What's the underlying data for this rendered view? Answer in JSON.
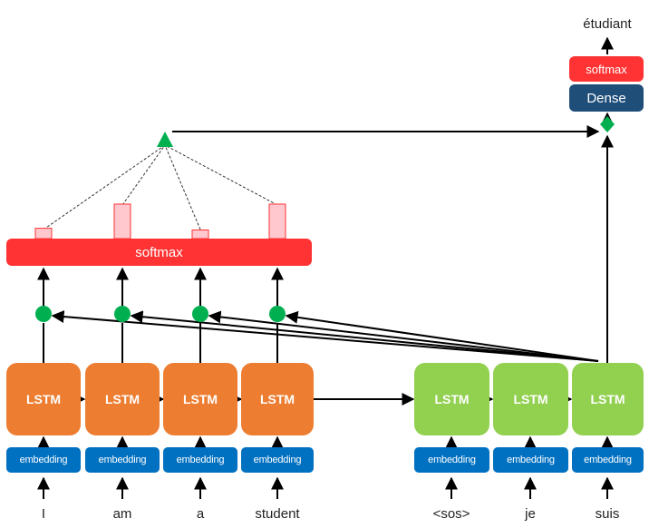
{
  "encoder": {
    "lstm_label": "LSTM",
    "embedding_label": "embedding",
    "inputs": [
      "I",
      "am",
      "a",
      "student"
    ]
  },
  "decoder": {
    "lstm_label": "LSTM",
    "embedding_label": "embedding",
    "inputs": [
      "<sos>",
      "je",
      "suis"
    ],
    "output_word": "étudiant",
    "dense_label": "Dense",
    "softmax_label": "softmax"
  },
  "attention": {
    "softmax_label": "softmax",
    "weights": [
      0.3,
      1.0,
      0.25,
      1.0
    ]
  },
  "colors": {
    "encoder_lstm": "#ED7D31",
    "decoder_lstm": "#92D050",
    "embedding": "#0070C0",
    "softmax": "#FF3333",
    "dense": "#1F4E79",
    "node": "#00B050",
    "attention_bar": "#FFC7CE"
  }
}
